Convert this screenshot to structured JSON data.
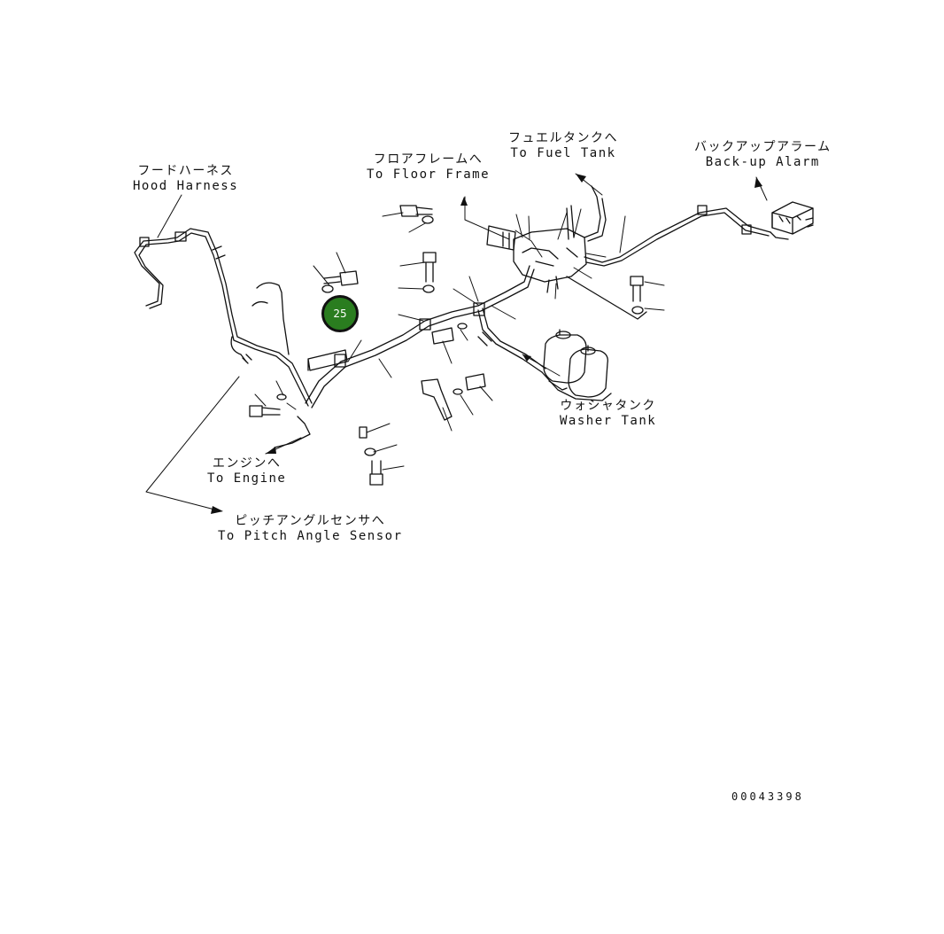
{
  "labels": {
    "hood_harness": {
      "jp": "フードハーネス",
      "en": "Hood Harness"
    },
    "floor_frame": {
      "jp": "フロアフレームへ",
      "en": "To Floor Frame"
    },
    "fuel_tank": {
      "jp": "フュエルタンクへ",
      "en": "To Fuel Tank"
    },
    "backup_alarm": {
      "jp": "バックアップアラーム",
      "en": "Back-up Alarm"
    },
    "washer_tank": {
      "jp": "ウォシャタンク",
      "en": "Washer Tank"
    },
    "engine": {
      "jp": "エンジンへ",
      "en": "To Engine"
    },
    "pitch_sensor": {
      "jp": "ピッチアングルセンサへ",
      "en": "To Pitch Angle Sensor"
    }
  },
  "callout": {
    "number": "25",
    "color": "#2a7d1f"
  },
  "document_number": "00043398"
}
